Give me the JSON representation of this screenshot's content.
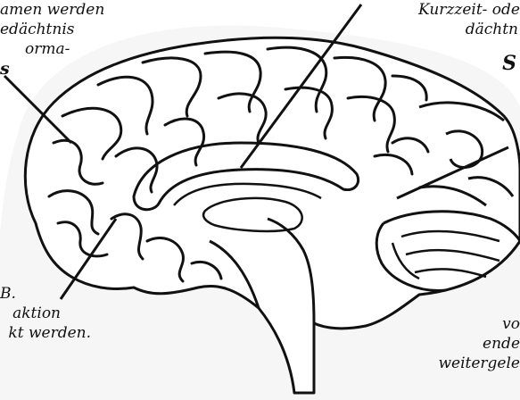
{
  "labels": {
    "top_left": [
      "amen werden",
      "edächtnis",
      "orma-",
      "s"
    ],
    "top_right": [
      "Kurzzeit- ode",
      "dächtn",
      "S"
    ],
    "bottom_left": [
      "B.",
      "aktion",
      "kt werden."
    ],
    "bottom_right": [
      "vo",
      "ende ",
      "weitergele"
    ]
  },
  "colors": {
    "ink": "#111111",
    "brain_fill": "#ffffff",
    "background": "#ffffff"
  }
}
